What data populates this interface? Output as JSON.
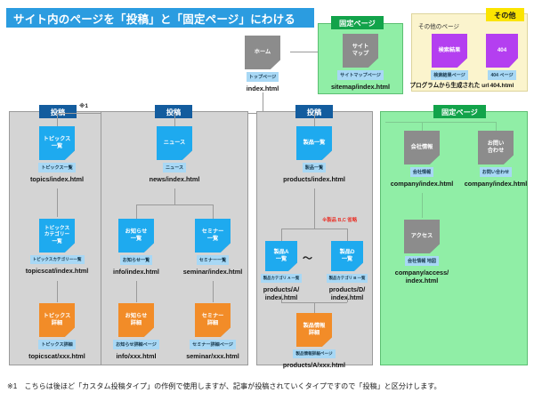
{
  "header": {
    "title": "サイト内のページを「投稿」と「固定ページ」にわける"
  },
  "footer": {
    "note": "※1　こちらは後ほど「カスタム投稿タイプ」の作例で使用しますが、記事が投稿されていくタイプですので「投稿」と区分けします。"
  },
  "markers": {
    "note1": "※1",
    "product_omit": "※製品 B,C 省略",
    "tilde": "～"
  },
  "top": {
    "home": {
      "label": "ホーム",
      "caption": "トップページ",
      "url": "index.html",
      "color": "#8c8c8c"
    },
    "sitemap_group": {
      "tag": "固定ページ",
      "tag_color": "#12a34a",
      "bg": "#90eea6"
    },
    "sitemap": {
      "label": "サイト\nマップ",
      "caption": "サイトマップページ",
      "url": "sitemap/index.html",
      "color": "#8c8c8c"
    },
    "other_group": {
      "tag": "その他",
      "tag_color": "#fbe400",
      "bg": "#fbf4cd",
      "subtitle": "その他のページ"
    },
    "search": {
      "label": "検索結果",
      "caption": "検索結果ページ",
      "url": "プログラムから生成された url",
      "color": "#b43ff0"
    },
    "notfound": {
      "label": "404",
      "caption": "404 ページ",
      "url": "404.html",
      "color": "#b43ff0"
    }
  },
  "columns": [
    {
      "tag": "投稿",
      "tag_color": "#135c9e",
      "bg": "#d4d4d4",
      "nodes": [
        {
          "label": "トピックス\n一覧",
          "caption": "トピックス一覧",
          "url": "topics/index.html",
          "color": "#1eaaef"
        },
        {
          "label": "トピックス\nカテゴリー\n一覧",
          "caption": "トピックスカテゴリー一覧",
          "url": "topicscat/index.html",
          "color": "#1eaaef"
        },
        {
          "label": "トピックス\n詳細",
          "caption": "トピックス詳細",
          "url": "topicscat/xxx.html",
          "color": "#f28c28"
        }
      ]
    },
    {
      "tag": "投稿",
      "tag_color": "#135c9e",
      "bg": "#d4d4d4",
      "nodes": [
        {
          "label": "ニュース",
          "caption": "ニュース",
          "url": "news/index.html",
          "color": "#1eaaef"
        },
        {
          "label": "お知らせ\n一覧",
          "caption": "お知らせ一覧",
          "url": "info/index.html",
          "color": "#1eaaef"
        },
        {
          "label": "セミナー\n一覧",
          "caption": "セミナー一覧",
          "url": "seminar/index.html",
          "color": "#1eaaef"
        },
        {
          "label": "お知らせ\n詳細",
          "caption": "お知らせ詳細ページ",
          "url": "info/xxx.html",
          "color": "#f28c28"
        },
        {
          "label": "セミナー\n詳細",
          "caption": "セミナー詳細ページ",
          "url": "seminar/xxx.html",
          "color": "#f28c28"
        }
      ]
    },
    {
      "tag": "投稿",
      "tag_color": "#135c9e",
      "bg": "#d4d4d4",
      "nodes": [
        {
          "label": "製品一覧",
          "caption": "製品一覧",
          "url": "products/index.html",
          "color": "#1eaaef"
        },
        {
          "label": "製品A\n一覧",
          "caption": "製品カテゴリ A 一覧",
          "url": "products/A/\nindex.html",
          "color": "#1eaaef"
        },
        {
          "label": "製品D\n一覧",
          "caption": "製品カテゴリ B 一覧",
          "url": "products/D/\nindex.html",
          "color": "#1eaaef"
        },
        {
          "label": "製品情報\n詳細",
          "caption": "製品情報詳細ページ",
          "url": "products/A/xxx.html",
          "color": "#f28c28"
        }
      ]
    },
    {
      "tag": "固定ページ",
      "tag_color": "#12a34a",
      "bg": "#90eea6",
      "nodes": [
        {
          "label": "会社情報",
          "caption": "会社情報",
          "url": "company/index.html",
          "color": "#8c8c8c"
        },
        {
          "label": "お問い\n合わせ",
          "caption": "お問い合わせ",
          "url": "company/index.html",
          "color": "#8c8c8c"
        },
        {
          "label": "アクセス",
          "caption": "会社情報 地図",
          "url": "company/access/\nindex.html",
          "color": "#8c8c8c"
        }
      ]
    }
  ]
}
